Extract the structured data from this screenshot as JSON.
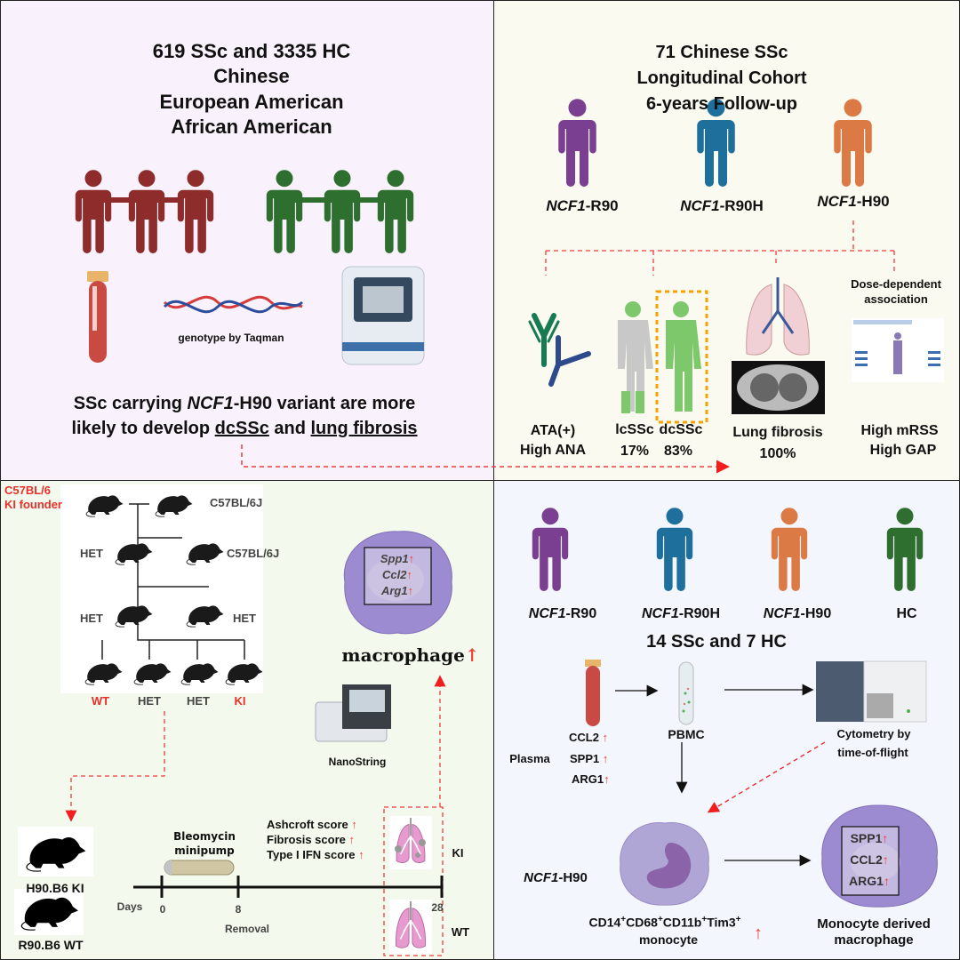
{
  "colors": {
    "tl_bg": "#f9f1fb",
    "tr_bg": "#fbfaf1",
    "bl_bg": "#f3f9ec",
    "br_bg": "#f3f6fd",
    "dashed": "#f03c3c",
    "orange_box": "#f5a300",
    "purple": "#7b3f92",
    "blue": "#1f6f9c",
    "orange": "#dc7a45",
    "green": "#2e6f2f",
    "darkred": "#8e2b2b"
  },
  "top_left": {
    "title": [
      "619 SSc and 3335 HC",
      "Chinese",
      "European American",
      "African American"
    ],
    "genotype_label": "genotype by Taqman",
    "conclusion": {
      "line1_pre": "SSc carrying ",
      "gene": "NCF1",
      "line1_post": "-H90 variant are more",
      "line2_pre": "likely to develop ",
      "term1": "dcSSc",
      "and": " and ",
      "term2": "lung fibrosis"
    },
    "icons": [
      "person-icon",
      "blood-tube-icon",
      "dna-icon",
      "pcr-machine-icon"
    ]
  },
  "top_right": {
    "title": [
      "71 Chinese SSc",
      "Longitudinal Cohort",
      "6-years Follow-up"
    ],
    "genotypes": [
      {
        "gene": "NCF1",
        "suffix": "-R90"
      },
      {
        "gene": "NCF1",
        "suffix": "-R90H"
      },
      {
        "gene": "NCF1",
        "suffix": "-H90"
      }
    ],
    "dose": [
      "Dose-dependent",
      "association"
    ],
    "outcomes": {
      "ata": "ATA(+)",
      "ana": "High ANA",
      "lcssc": "lcSSc",
      "dcssc": "dcSSc",
      "lc_pct": "17%",
      "dc_pct": "83%",
      "lung": "Lung fibrosis",
      "lung_pct": "100%",
      "mrss": "High mRSS",
      "gap": "High GAP"
    }
  },
  "bottom_left": {
    "founder": [
      "C57BL/6",
      "KI founder"
    ],
    "c57": "C57BL/6J",
    "het": "HET",
    "offspring": [
      "WT",
      "HET",
      "HET",
      "KI"
    ],
    "macrophage_genes": [
      "Spp1",
      "Ccl2",
      "Arg1"
    ],
    "macrophage_label": "macrophage",
    "nanostring": "NanoString",
    "mice": [
      "H90.B6 KI",
      "R90.B6 WT"
    ],
    "bleomycin": [
      "Bleomycin",
      "minipump"
    ],
    "scores": [
      "Ashcroft score",
      "Fibrosis score",
      "Type I IFN score"
    ],
    "timeline": {
      "label": "Days",
      "ticks": [
        "0",
        "8",
        "28"
      ],
      "removal": "Removal"
    },
    "lung_labels": [
      "KI",
      "WT"
    ]
  },
  "bottom_right": {
    "genotypes": [
      {
        "gene": "NCF1",
        "suffix": "-R90"
      },
      {
        "gene": "NCF1",
        "suffix": "-R90H"
      },
      {
        "gene": "NCF1",
        "suffix": "-H90"
      },
      {
        "gene": "",
        "suffix": "HC"
      }
    ],
    "cohort": "14 SSc and 7 HC",
    "plasma": "Plasma",
    "plasma_markers": [
      "CCL2",
      "SPP1",
      "ARG1"
    ],
    "pbmc": "PBMC",
    "cytof": [
      "Cytometry by",
      "time-of-flight"
    ],
    "genotype": {
      "gene": "NCF1",
      "suffix": "-H90"
    },
    "markers": [
      "CD14",
      "CD68",
      "CD11b",
      "Tim3"
    ],
    "monocyte": "monocyte",
    "mdm_genes": [
      "SPP1",
      "CCL2",
      "ARG1"
    ],
    "mdm_label": [
      "Monocyte derived",
      "macrophage"
    ],
    "up_arrow": "↑"
  }
}
